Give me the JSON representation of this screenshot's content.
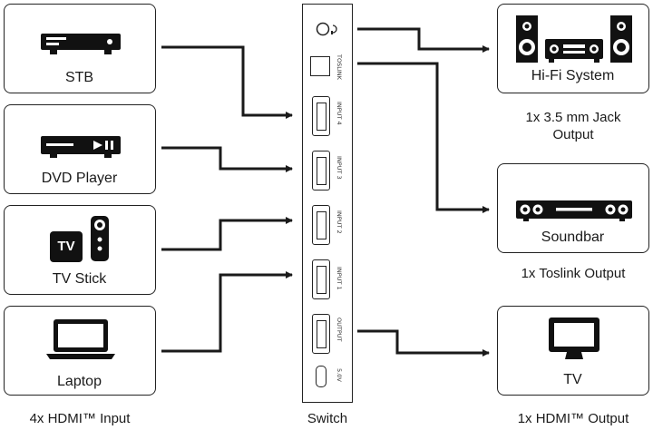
{
  "sources": [
    {
      "label": "STB",
      "icon": "set-top-box-icon"
    },
    {
      "label": "DVD Player",
      "icon": "dvd-player-icon"
    },
    {
      "label": "TV Stick",
      "icon": "tv-stick-icon"
    },
    {
      "label": "Laptop",
      "icon": "laptop-icon"
    }
  ],
  "tv_stick_badge": "TV",
  "sources_caption": "4x HDMI™ Input",
  "switch": {
    "caption": "Switch",
    "ports": [
      "TOSLINK",
      "INPUT 4",
      "INPUT 3",
      "INPUT 2",
      "INPUT 1",
      "OUTPUT",
      "5.0V"
    ]
  },
  "outputs": [
    {
      "label": "Hi-Fi System",
      "icon": "hifi-system-icon",
      "caption_line1": "1x 3.5 mm Jack",
      "caption_line2": "Output"
    },
    {
      "label": "Soundbar",
      "icon": "soundbar-icon",
      "caption_line1": "1x Toslink Output",
      "caption_line2": ""
    },
    {
      "label": "TV",
      "icon": "tv-icon",
      "caption_line1": "1x HDMI™ Output",
      "caption_line2": ""
    }
  ],
  "colors": {
    "line": "#1a1a1a",
    "icon": "#111111"
  }
}
